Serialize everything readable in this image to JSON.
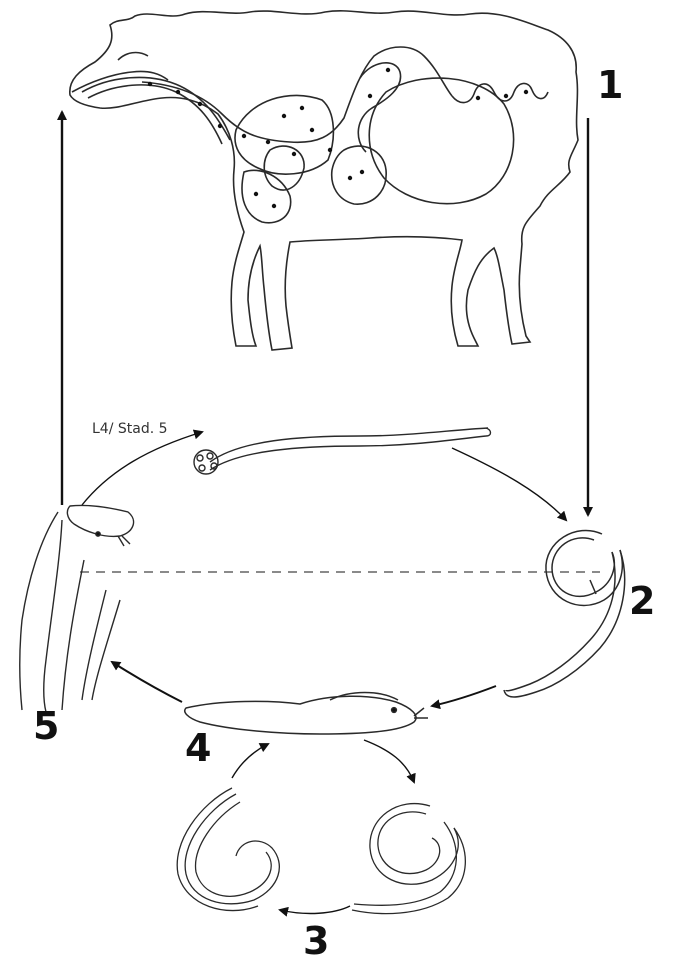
{
  "stages": {
    "host_sheep": "1",
    "free_larva": "2",
    "coiled_larvae": "3",
    "slug_host": "4",
    "snail_host": "5"
  },
  "captions": {
    "infective_stage": "L4/ Stad. 5"
  },
  "colors": {
    "ink": "#111111",
    "line": "#2a2a2a",
    "paper": "#ffffff"
  }
}
